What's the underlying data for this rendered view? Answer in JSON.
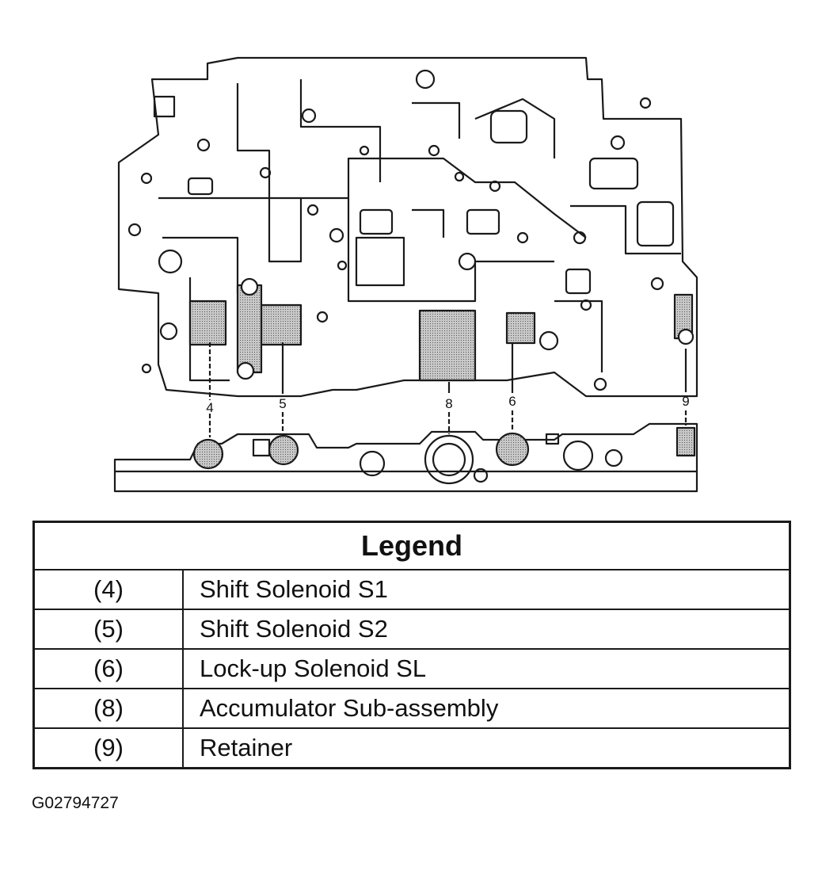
{
  "diagram": {
    "callouts": [
      "4",
      "5",
      "8",
      "6",
      "9"
    ]
  },
  "legend": {
    "title": "Legend",
    "rows": [
      {
        "num": "(4)",
        "label": "Shift Solenoid S1"
      },
      {
        "num": "(5)",
        "label": "Shift Solenoid S2"
      },
      {
        "num": "(6)",
        "label": "Lock-up Solenoid SL"
      },
      {
        "num": "(8)",
        "label": "Accumulator Sub-assembly"
      },
      {
        "num": "(9)",
        "label": "Retainer"
      }
    ]
  },
  "figure_id": "G02794727",
  "colors": {
    "line": "#1a1a1a",
    "shade": "#b8b8b8",
    "background": "#ffffff"
  }
}
